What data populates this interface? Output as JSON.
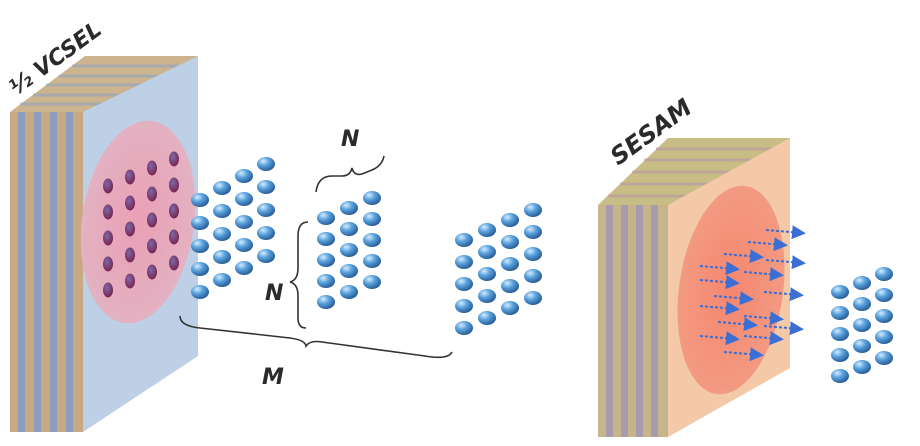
{
  "labels": {
    "vcsel": "½ VCSEL",
    "sesam": "SESAM",
    "n_top": "N",
    "n_side": "N",
    "m": "M"
  },
  "colors": {
    "vcsel_face": "#bdd0e6",
    "vcsel_circle": "#e8aebc",
    "emitter": "#9a2f5c",
    "sesam_face": "#f4c7a6",
    "sesam_circle": "#f4907a",
    "arrow": "#3b6fd6",
    "dot": "#4a93d1",
    "bracket": "#333333"
  },
  "icons": [
    "dot-array-icon",
    "emitter-icon",
    "arrow-icon",
    "brace-icon"
  ]
}
